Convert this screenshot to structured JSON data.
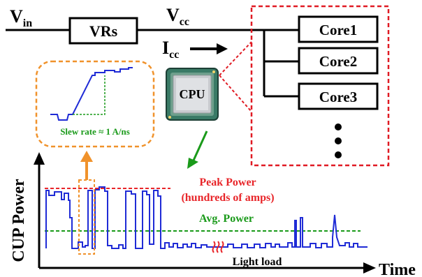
{
  "labels": {
    "vin_main": "V",
    "vin_sub": "in",
    "vcc_main": "V",
    "vcc_sub": "cc",
    "icc_main": "I",
    "icc_sub": "cc",
    "vrs": "VRs",
    "cpu": "CPU",
    "cores": [
      "Core1",
      "Core2",
      "Core3"
    ],
    "slew_rate": "Slew rate ≈ 1 A/ns",
    "peak_power_line1": "Peak Power",
    "peak_power_line2": "(hundreds of amps)",
    "avg_power": "Avg. Power",
    "light_load": "Light load",
    "y_axis": "CUP Power",
    "x_axis": "Time"
  },
  "colors": {
    "peak": "#e8262a",
    "avg": "#1a9a1a",
    "trace": "#1f2bd6",
    "highlight": "#f0922b",
    "core_group": "#e01b24",
    "slew_text": "#1a9a1a"
  }
}
